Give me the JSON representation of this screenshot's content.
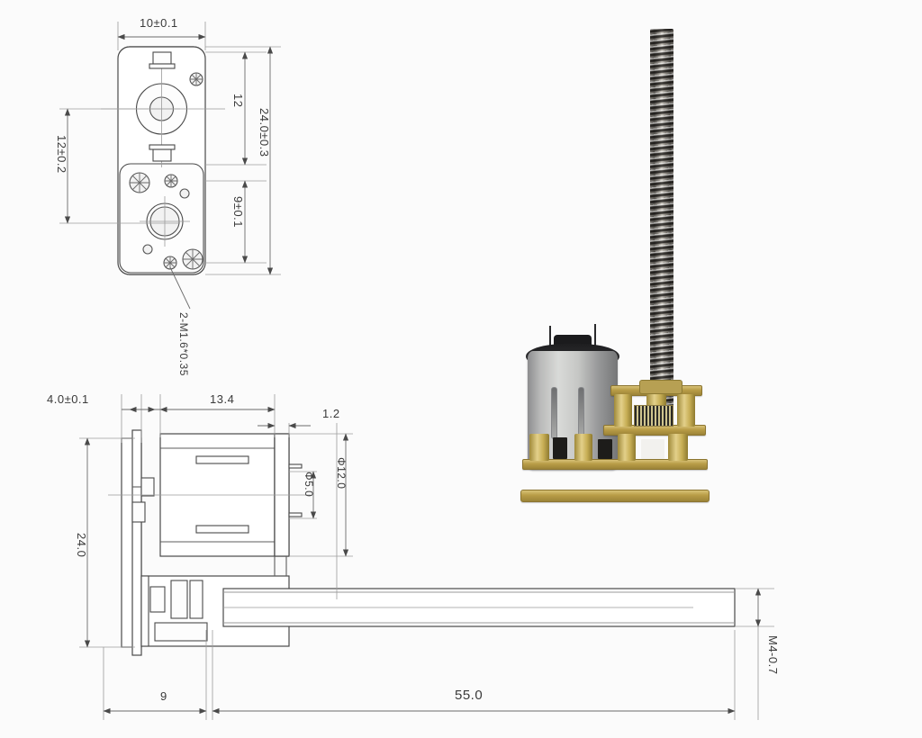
{
  "document": {
    "kind": "technical-drawing",
    "subject": "N20 micro gear motor with M4 leadscrew shaft",
    "background_color": "#fbfbfb",
    "line_color": "#4a4a4a",
    "text_color": "#3a3a3a"
  },
  "views": {
    "front": {
      "name": "front-view",
      "label": ""
    },
    "side": {
      "name": "side-view",
      "label": ""
    },
    "photo": {
      "name": "product-photo",
      "label": ""
    }
  },
  "dimensions": {
    "front": {
      "width": "10±0.1",
      "shaft_center_to_top": "12",
      "overall_height": "24.0±0.3",
      "mount_hole_span_horizontal": "12±0.2",
      "mount_hole_span_vertical": "9±0.1",
      "thread_callout": "2-M1.6*0.35"
    },
    "side": {
      "endcap_length": "4.0±0.1",
      "body_length": "13.4",
      "gearbox_plate": "1.2",
      "hub_diameter": "Φ5.0",
      "body_diameter": "Φ12.0",
      "body_height": "24.0",
      "gearbox_length": "9",
      "screw_length": "55.0",
      "screw_thread": "M4-0.7"
    }
  },
  "photo": {
    "parts": {
      "leadscrew": "threaded-leadscrew",
      "motor_can": "motor-can",
      "end_cap": "motor-end-cap",
      "terminals": "motor-terminals",
      "gearbox": "brass-gearbox",
      "gear_teeth": "gear-teeth"
    },
    "colors": {
      "brass": "#b89c46",
      "steel": "#c6c7c5",
      "dark": "#1e1e20"
    }
  }
}
